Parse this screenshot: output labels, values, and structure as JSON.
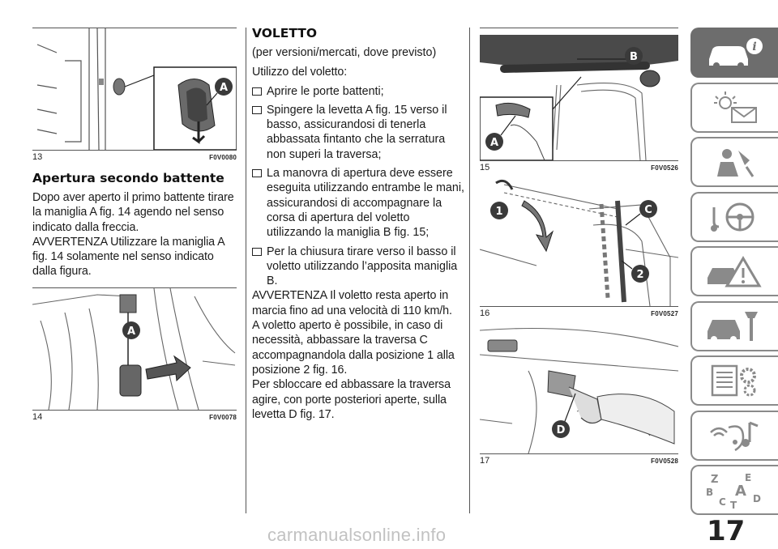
{
  "figures": {
    "fig13": {
      "num": "13",
      "code": "F0V0080",
      "callouts": [
        "A"
      ]
    },
    "fig14": {
      "num": "14",
      "code": "F0V0078",
      "callouts": [
        "A"
      ]
    },
    "fig15": {
      "num": "15",
      "code": "F0V0526",
      "callouts": [
        "B",
        "A"
      ]
    },
    "fig16": {
      "num": "16",
      "code": "F0V0527",
      "callouts": [
        "1",
        "C",
        "2"
      ]
    },
    "fig17": {
      "num": "17",
      "code": "F0V0528",
      "callouts": [
        "D"
      ]
    }
  },
  "left": {
    "heading": "Apertura secondo battente",
    "body": [
      "Dopo aver aperto il primo battente tirare la maniglia A fig. 14 agendo nel senso indicato dalla freccia.",
      "AVVERTENZA Utilizzare la maniglia A fig. 14 solamente nel senso indicato dalla figura."
    ]
  },
  "middle": {
    "heading": "VOLETTO",
    "subheading": "(per versioni/mercati, dove previsto)",
    "intro": "Utilizzo del voletto:",
    "bullets": [
      "Aprire le porte battenti;",
      "Spingere la levetta A fig. 15 verso il basso, assicurandosi di tenerla abbassata fintanto che la serratura non superi la traversa;",
      "La manovra di apertura deve essere eseguita utilizzando entrambe le mani, assicurandosi di accompagnare la corsa di apertura del voletto utilizzando la maniglia B fig. 15;",
      "Per la chiusura tirare verso il basso il voletto utilizzando l’apposita maniglia B."
    ],
    "body": [
      "AVVERTENZA Il voletto resta aperto in marcia fino ad una velocità di 110 km/h.",
      "A voletto aperto è possibile, in caso di necessità, abbassare la traversa C accompagnandola dalla posizione 1 alla posizione 2 fig. 16.",
      "Per sbloccare ed abbassare la traversa agire, con porte posteriori aperte, sulla levetta D fig. 17."
    ]
  },
  "tabs": [
    {
      "icon": "car-info-icon",
      "active": true
    },
    {
      "icon": "warning-lights-icon",
      "active": false
    },
    {
      "icon": "airbag-seat-icon",
      "active": false
    },
    {
      "icon": "steering-wheel-icon",
      "active": false
    },
    {
      "icon": "car-emergency-icon",
      "active": false
    },
    {
      "icon": "car-maintenance-icon",
      "active": false
    },
    {
      "icon": "technical-data-icon",
      "active": false
    },
    {
      "icon": "multimedia-icon",
      "active": false
    },
    {
      "icon": "index-icon",
      "active": false
    }
  ],
  "page_number": "17",
  "watermark": "carmanualsonline.info",
  "colors": {
    "tab_active": "#6d6d6d",
    "tab_border": "#8a8a8a",
    "callout": "#3a3a3a"
  }
}
